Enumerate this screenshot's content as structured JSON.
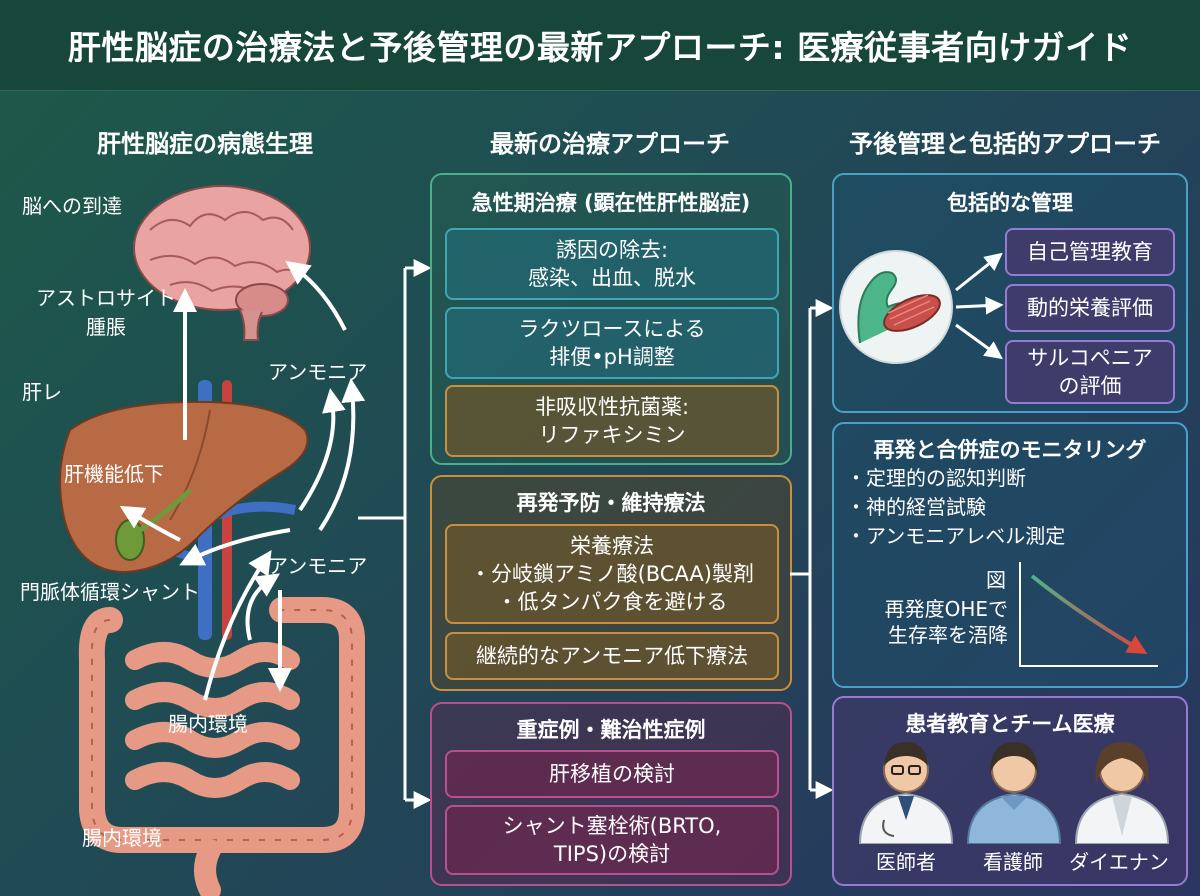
{
  "title": "肝性脳症の治療法と予後管理の最新アプローチ: 医療従事者向けガイド",
  "columns": {
    "left": "肝性脳症の病態生理",
    "middle": "最新の治療アプローチ",
    "right": "予後管理と包括的アプローチ"
  },
  "pathophys": {
    "brain_reach": "脳への到達",
    "astrocyte_line1": "アストロサイト",
    "astrocyte_line2": "腫脹",
    "liver_label": "肝レ",
    "ammonia_top": "アンモニア",
    "liver_dysfunction": "肝機能低下",
    "ammonia_mid": "アンモニア",
    "portosystemic_shunt": "門脈体循環シャント",
    "gut_env_inner": "腸内環境",
    "gut_env_outer": "腸内環境"
  },
  "acute": {
    "title": "急性期治療 (顕在性肝性脳症)",
    "box1_line1": "誘因の除去:",
    "box1_line2": "感染、出血、脱水",
    "box2_line1": "ラクツロースによる",
    "box2_line2": "排便•pH調整",
    "box3_line1": "非吸収性抗菌薬:",
    "box3_line2": "リファキシミン"
  },
  "maintenance": {
    "title": "再発予防・維持療法",
    "nutrition_title": "栄養療法",
    "nutrition_item1": "・分岐鎖アミノ酸(BCAA)製剤",
    "nutrition_item2": "・低タンパク食を避ける",
    "continuous": "継続的なアンモニア低下療法"
  },
  "severe": {
    "title": "重症例・難治性症例",
    "transplant": "肝移植の検討",
    "shunt_line1": "シャント塞栓術(BRTO,",
    "shunt_line2": "TIPS)の検討"
  },
  "comprehensive": {
    "title": "包括的な管理",
    "item1": "自己管理教育",
    "item2": "動的栄養評価",
    "item3_line1": "サルコペニア",
    "item3_line2": "の評価"
  },
  "monitoring": {
    "title": "再発と合併症のモニタリング",
    "bullets": [
      "・定理的の認知判断",
      "・神的経営試験",
      "・アンモニアレベル測定"
    ],
    "chart_label": "図",
    "chart_caption_line1": "再発度OHEで",
    "chart_caption_line2": "生存率を浯降"
  },
  "team": {
    "title": "患者教育とチーム医療",
    "member1": "医師者",
    "member2": "看護師",
    "member3": "ダイエナン"
  },
  "colors": {
    "acute_border": "#4bb08a",
    "maintenance_border": "#c8903e",
    "severe_border": "#b8508e",
    "right_border": "#4aa0c8",
    "team_border": "#9a78d6"
  }
}
